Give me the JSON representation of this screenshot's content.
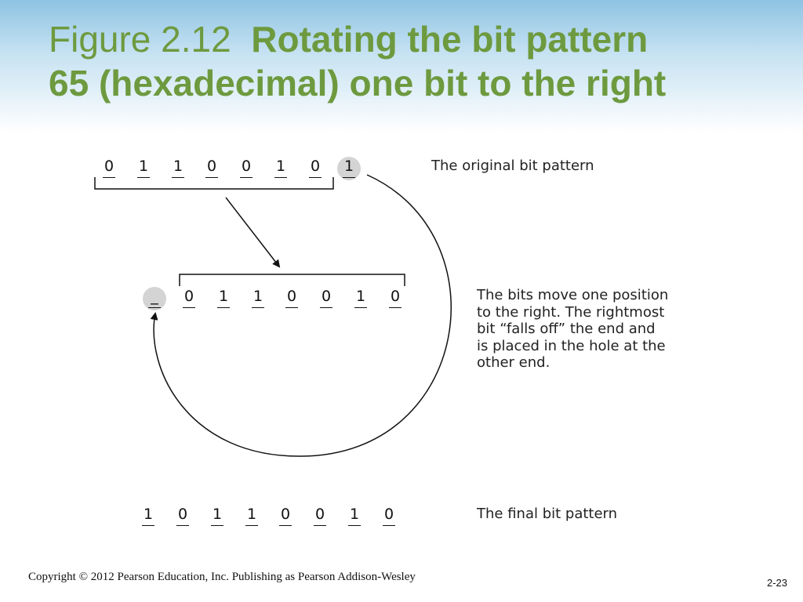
{
  "title": {
    "figure_label": "Figure 2.12",
    "line1_bold": "Rotating the bit pattern",
    "line2_bold": "65 (hexadecimal) one bit to the right"
  },
  "original": {
    "bits": [
      "0",
      "1",
      "1",
      "0",
      "0",
      "1",
      "0",
      "1"
    ],
    "caption": "The original bit pattern"
  },
  "shifted": {
    "hole": "_",
    "bits": [
      "0",
      "1",
      "1",
      "0",
      "0",
      "1",
      "0"
    ],
    "caption_lines": [
      "The bits move one position",
      "to the right. The rightmost",
      "bit “falls off” the end and",
      "is placed in the hole at the",
      "other end."
    ]
  },
  "final": {
    "bits": [
      "1",
      "0",
      "1",
      "1",
      "0",
      "0",
      "1",
      "0"
    ],
    "caption": "The final bit pattern"
  },
  "colors": {
    "title_green": "#6e9a3f",
    "highlight_gray": "#d4d4d4"
  },
  "footer": {
    "copyright": "Copyright © 2012 Pearson Education, Inc. Publishing as Pearson Addison-Wesley",
    "slide_number": "2-23"
  }
}
